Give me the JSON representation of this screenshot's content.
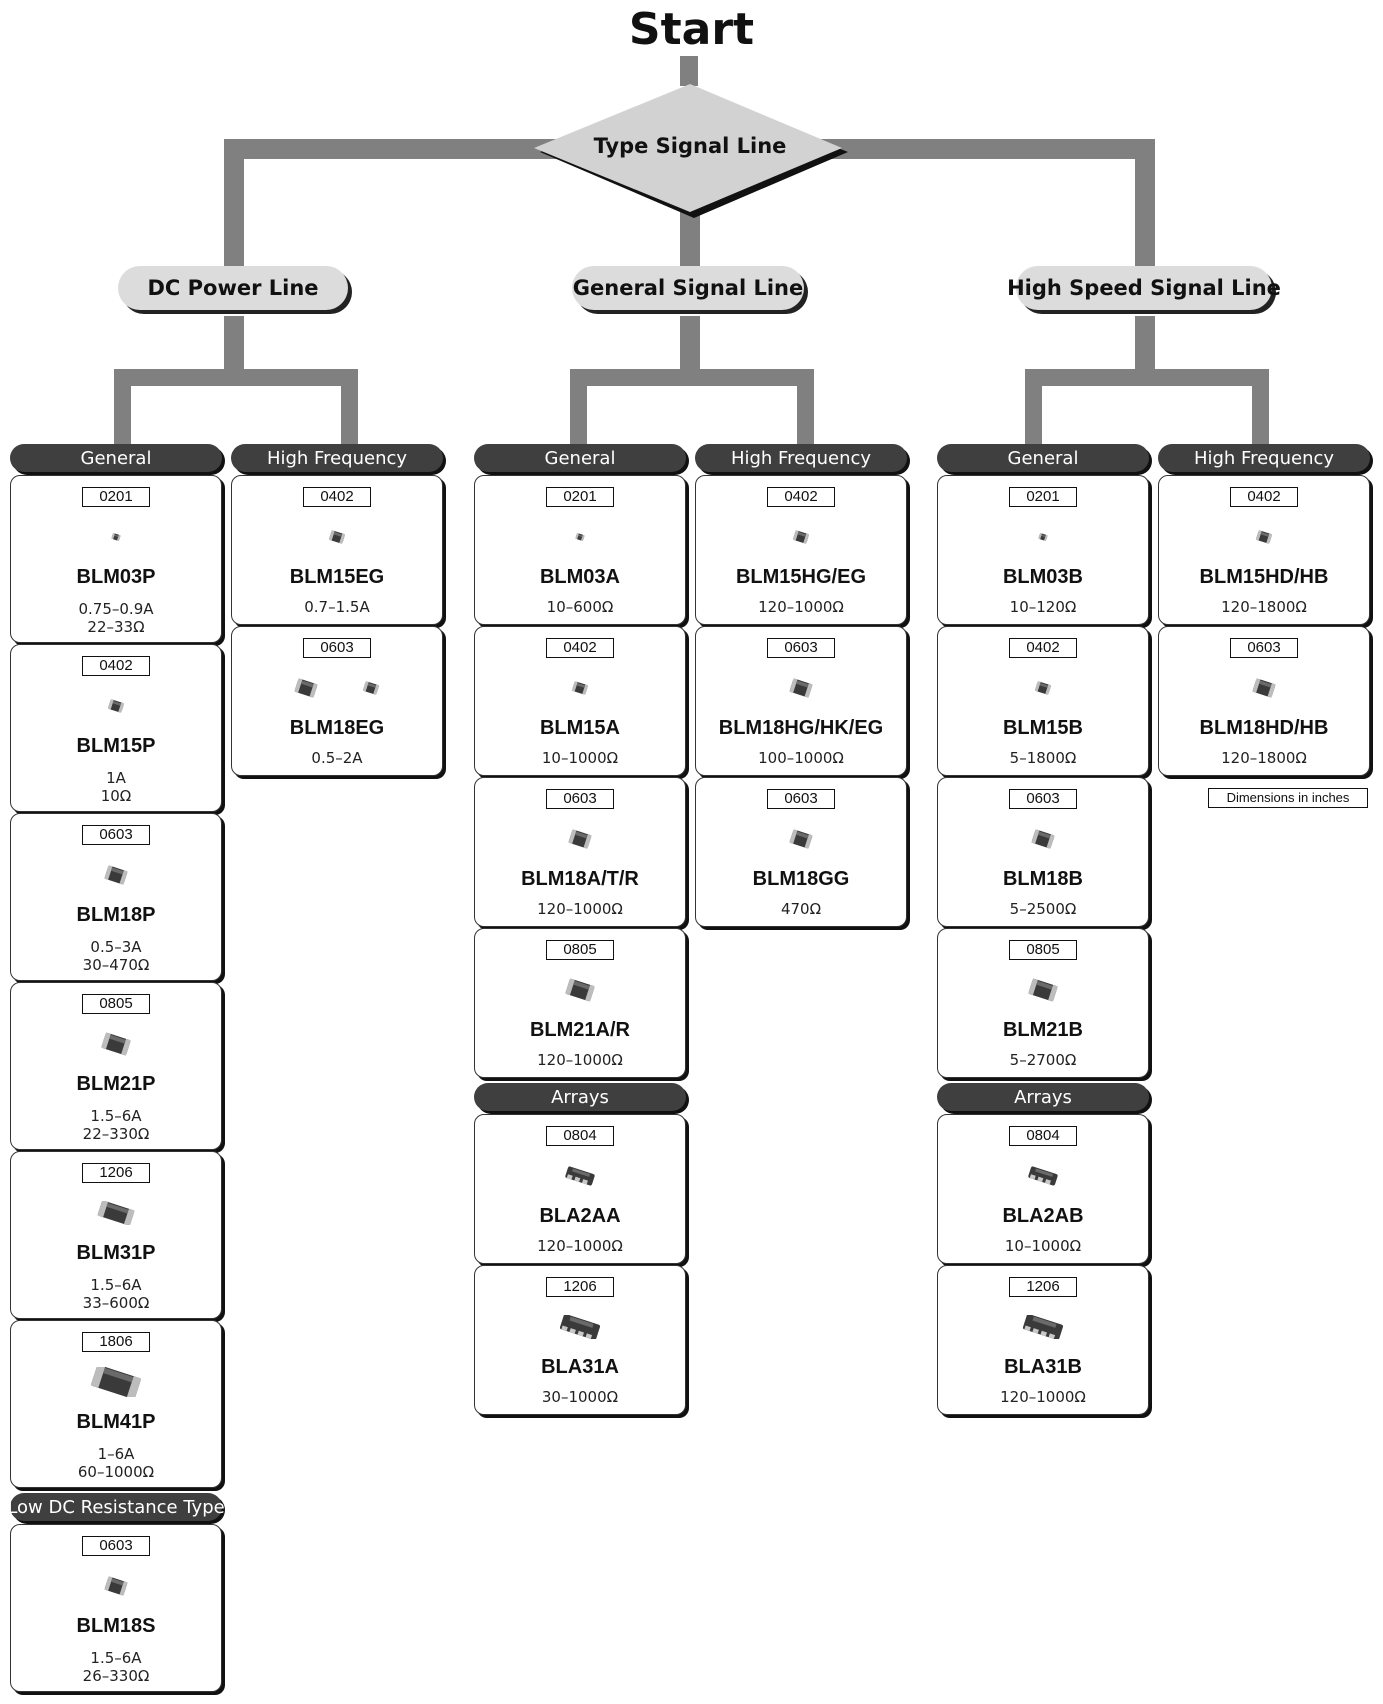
{
  "start": "Start",
  "decision": "Type Signal Line",
  "note": "Dimensions in inches",
  "lines": [
    {
      "title": "DC Power Line",
      "columns": [
        {
          "header": "General",
          "items": [
            {
              "size": "0201",
              "name": "BLM03P",
              "spec": [
                "0.75–0.9A",
                "22–33Ω"
              ],
              "chips": [
                "tiny"
              ]
            },
            {
              "size": "0402",
              "name": "BLM15P",
              "spec": [
                "1A",
                "10Ω"
              ],
              "chips": [
                "small"
              ]
            },
            {
              "size": "0603",
              "name": "BLM18P",
              "spec": [
                "0.5–3A",
                "30–470Ω"
              ],
              "chips": [
                "medium"
              ]
            },
            {
              "size": "0805",
              "name": "BLM21P",
              "spec": [
                "1.5–6A",
                "22–330Ω"
              ],
              "chips": [
                "large"
              ]
            },
            {
              "size": "1206",
              "name": "BLM31P",
              "spec": [
                "1.5–6A",
                "33–600Ω"
              ],
              "chips": [
                "long"
              ]
            },
            {
              "size": "1806",
              "name": "BLM41P",
              "spec": [
                "1–6A",
                "60–1000Ω"
              ],
              "chips": [
                "xlong"
              ]
            }
          ],
          "subgroup": {
            "header": "Low DC Resistance Type",
            "items": [
              {
                "size": "0603",
                "name": "BLM18S",
                "spec": [
                  "1.5–6A",
                  "26–330Ω"
                ],
                "chips": [
                  "medium"
                ]
              }
            ]
          }
        },
        {
          "header": "High Frequency",
          "items": [
            {
              "size": "0402",
              "name": "BLM15EG",
              "spec": [
                "0.7–1.5A"
              ],
              "chips": [
                "small"
              ]
            },
            {
              "size": "0603",
              "name": "BLM18EG",
              "spec": [
                "0.5–2A"
              ],
              "chips": [
                "medium",
                "small"
              ]
            }
          ]
        }
      ]
    },
    {
      "title": "General Signal Line",
      "columns": [
        {
          "header": "General",
          "items": [
            {
              "size": "0201",
              "name": "BLM03A",
              "spec": [
                "10–600Ω"
              ],
              "chips": [
                "tiny"
              ]
            },
            {
              "size": "0402",
              "name": "BLM15A",
              "spec": [
                "10–1000Ω"
              ],
              "chips": [
                "small"
              ]
            },
            {
              "size": "0603",
              "name": "BLM18A/T/R",
              "spec": [
                "120–1000Ω"
              ],
              "chips": [
                "medium"
              ]
            },
            {
              "size": "0805",
              "name": "BLM21A/R",
              "spec": [
                "120–1000Ω"
              ],
              "chips": [
                "large"
              ]
            }
          ],
          "subgroup": {
            "header": "Arrays",
            "items": [
              {
                "size": "0804",
                "name": "BLA2AA",
                "spec": [
                  "120–1000Ω"
                ],
                "chips": [
                  "array"
                ]
              },
              {
                "size": "1206",
                "name": "BLA31A",
                "spec": [
                  "30–1000Ω"
                ],
                "chips": [
                  "array-long"
                ]
              }
            ]
          }
        },
        {
          "header": "High Frequency",
          "items": [
            {
              "size": "0402",
              "name": "BLM15HG/EG",
              "spec": [
                "120–1000Ω"
              ],
              "chips": [
                "small"
              ]
            },
            {
              "size": "0603",
              "name": "BLM18HG/HK/EG",
              "spec": [
                "100–1000Ω"
              ],
              "chips": [
                "medium"
              ]
            },
            {
              "size": "0603",
              "name": "BLM18GG",
              "spec": [
                "470Ω"
              ],
              "chips": [
                "medium"
              ]
            }
          ]
        }
      ]
    },
    {
      "title": "High Speed Signal Line",
      "columns": [
        {
          "header": "General",
          "items": [
            {
              "size": "0201",
              "name": "BLM03B",
              "spec": [
                "10–120Ω"
              ],
              "chips": [
                "tiny"
              ]
            },
            {
              "size": "0402",
              "name": "BLM15B",
              "spec": [
                "5–1800Ω"
              ],
              "chips": [
                "small"
              ]
            },
            {
              "size": "0603",
              "name": "BLM18B",
              "spec": [
                "5–2500Ω"
              ],
              "chips": [
                "medium"
              ]
            },
            {
              "size": "0805",
              "name": "BLM21B",
              "spec": [
                "5–2700Ω"
              ],
              "chips": [
                "large"
              ]
            }
          ],
          "subgroup": {
            "header": "Arrays",
            "items": [
              {
                "size": "0804",
                "name": "BLA2AB",
                "spec": [
                  "10–1000Ω"
                ],
                "chips": [
                  "array"
                ]
              },
              {
                "size": "1206",
                "name": "BLA31B",
                "spec": [
                  "120–1000Ω"
                ],
                "chips": [
                  "array-long"
                ]
              }
            ]
          }
        },
        {
          "header": "High Frequency",
          "items": [
            {
              "size": "0402",
              "name": "BLM15HD/HB",
              "spec": [
                "120–1800Ω"
              ],
              "chips": [
                "small"
              ]
            },
            {
              "size": "0603",
              "name": "BLM18HD/HB",
              "spec": [
                "120–1800Ω"
              ],
              "chips": [
                "medium"
              ]
            }
          ]
        }
      ]
    }
  ]
}
